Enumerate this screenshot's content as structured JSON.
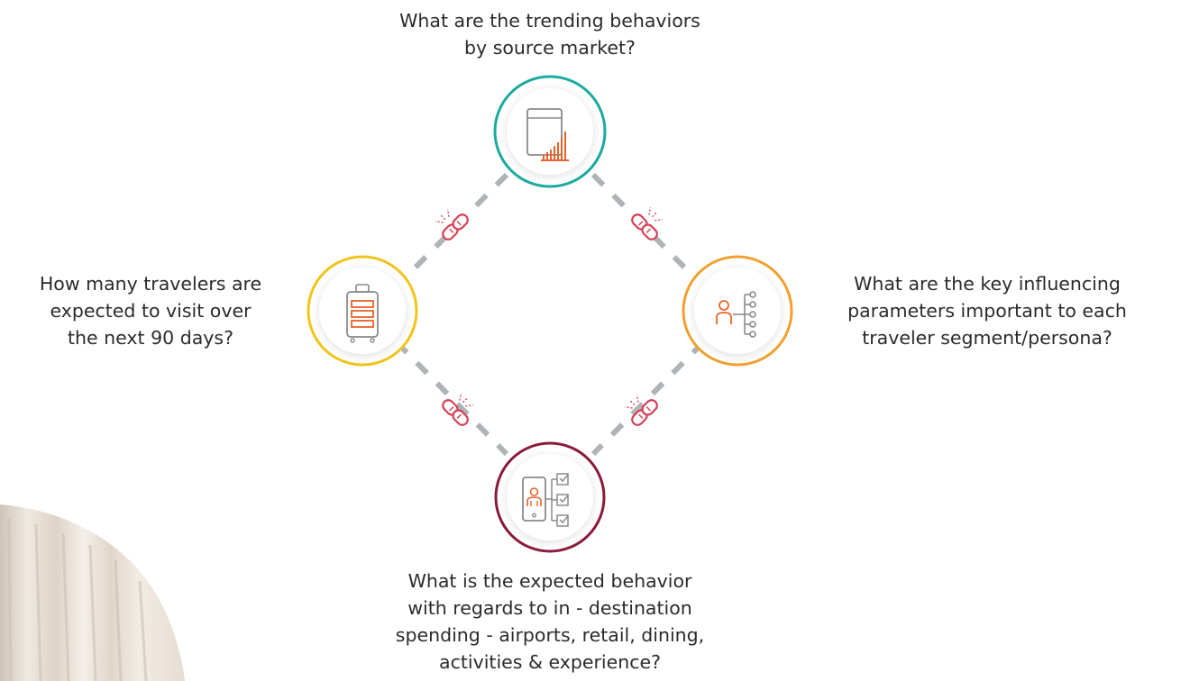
{
  "questions": {
    "top": "What are the trending behaviors\nby source market?",
    "left": "How many travelers are\nexpected to visit over\nthe next 90 days?",
    "right": "What are the key influencing\nparameters important to each\ntraveler segment/persona?",
    "bottom": "What is the expected behavior\nwith regards to in - destination\nspending - airports, retail, dining,\nactivities & experience?"
  },
  "nodes": [
    {
      "id": "top",
      "ring_color": "#1aaa9f",
      "icon": "tablet-bar-chart-icon"
    },
    {
      "id": "left",
      "ring_color": "#f0c419",
      "icon": "luggage-icon"
    },
    {
      "id": "right",
      "ring_color": "#f0a030",
      "icon": "person-network-icon"
    },
    {
      "id": "bottom",
      "ring_color": "#8a1a3a",
      "icon": "phone-checklist-icon"
    }
  ],
  "colors": {
    "accent_orange": "#e8632a",
    "icon_gray": "#8a8a8a",
    "chain_red": "#d64156",
    "connector_gray": "#aeb3b6"
  }
}
